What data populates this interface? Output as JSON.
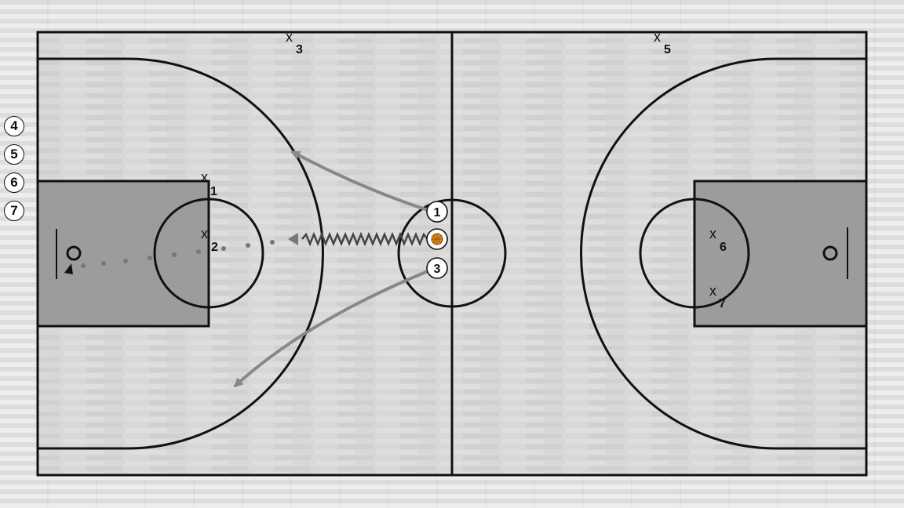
{
  "sideline_players": [
    {
      "label": "4"
    },
    {
      "label": "5"
    },
    {
      "label": "6"
    },
    {
      "label": "7"
    }
  ],
  "offense": [
    {
      "label": "1"
    },
    {
      "label": "3"
    }
  ],
  "defense": [
    {
      "mark": "x",
      "num": "1"
    },
    {
      "mark": "x",
      "num": "2"
    },
    {
      "mark": "x",
      "num": "3"
    },
    {
      "mark": "x",
      "num": "5"
    },
    {
      "mark": "x",
      "num": "6"
    },
    {
      "mark": "x",
      "num": "7"
    }
  ],
  "colors": {
    "court": "#d6d6d6",
    "paint": "#9a9a9a",
    "lines": "#111111",
    "arrow": "#8a8a8a",
    "ball": "#e08a1e"
  },
  "icons": {
    "ball": "basketball-icon"
  }
}
